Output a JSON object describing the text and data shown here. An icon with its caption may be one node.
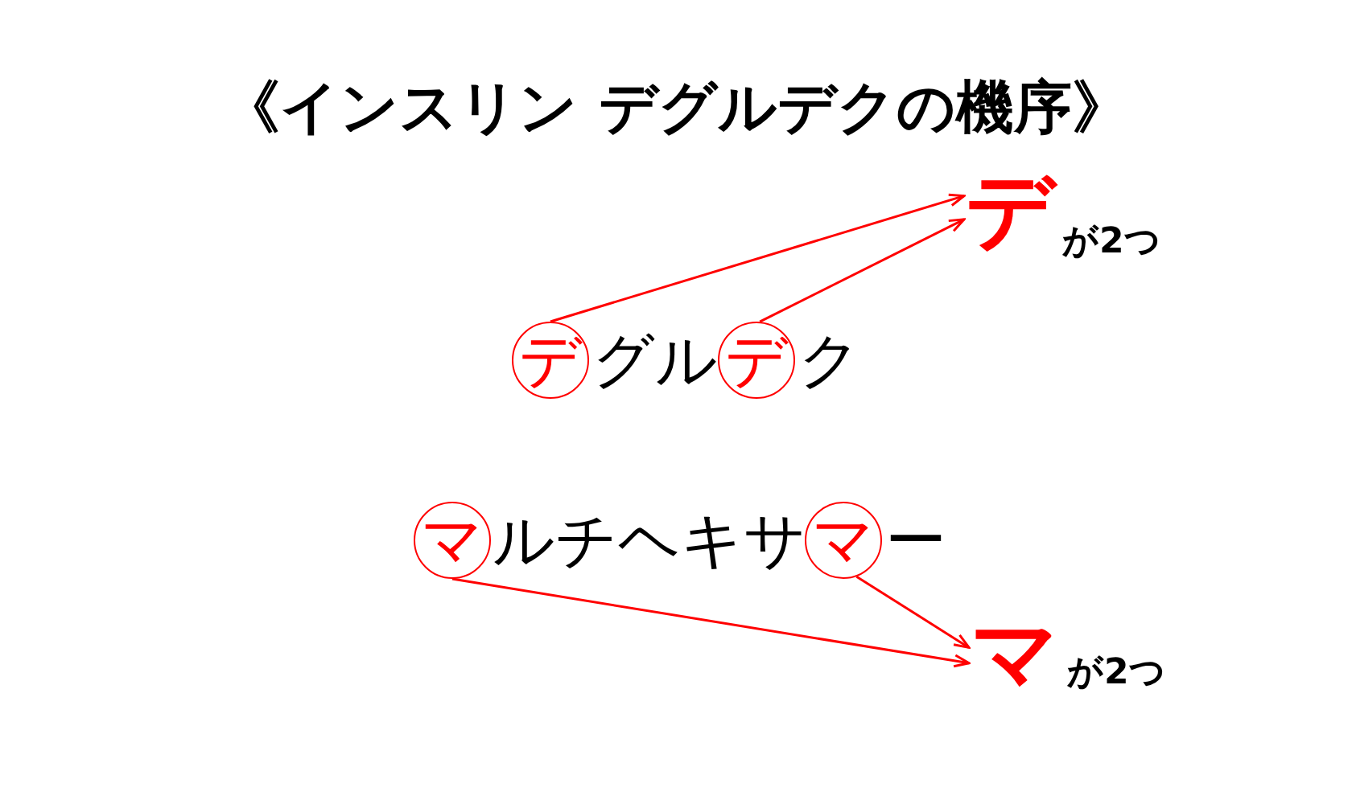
{
  "diagram": {
    "title": "《インスリン デグルデクの機序》",
    "nodes": [
      {
        "text": [
          "デ"
        ],
        "beside": [
          "が2つ"
        ]
      },
      {
        "text": [
          "デ"
        ]
      },
      {
        "text": [
          "デ"
        ]
      },
      {
        "text": [
          "マ"
        ]
      },
      {
        "text": [
          "マ"
        ]
      },
      {
        "text": [
          "マ"
        ],
        "beside": [
          "が2つ"
        ]
      }
    ],
    "edges": [
      {
        "from": 1,
        "to": 0,
        "arrow": "to"
      },
      {
        "from": 2,
        "to": 0,
        "arrow": "to"
      },
      {
        "from": 3,
        "to": 5,
        "arrow": "to"
      },
      {
        "from": 4,
        "to": 5,
        "arrow": "to"
      }
    ],
    "labels": [
      "グル",
      "ク",
      "ルチヘキサ",
      "ー"
    ]
  }
}
